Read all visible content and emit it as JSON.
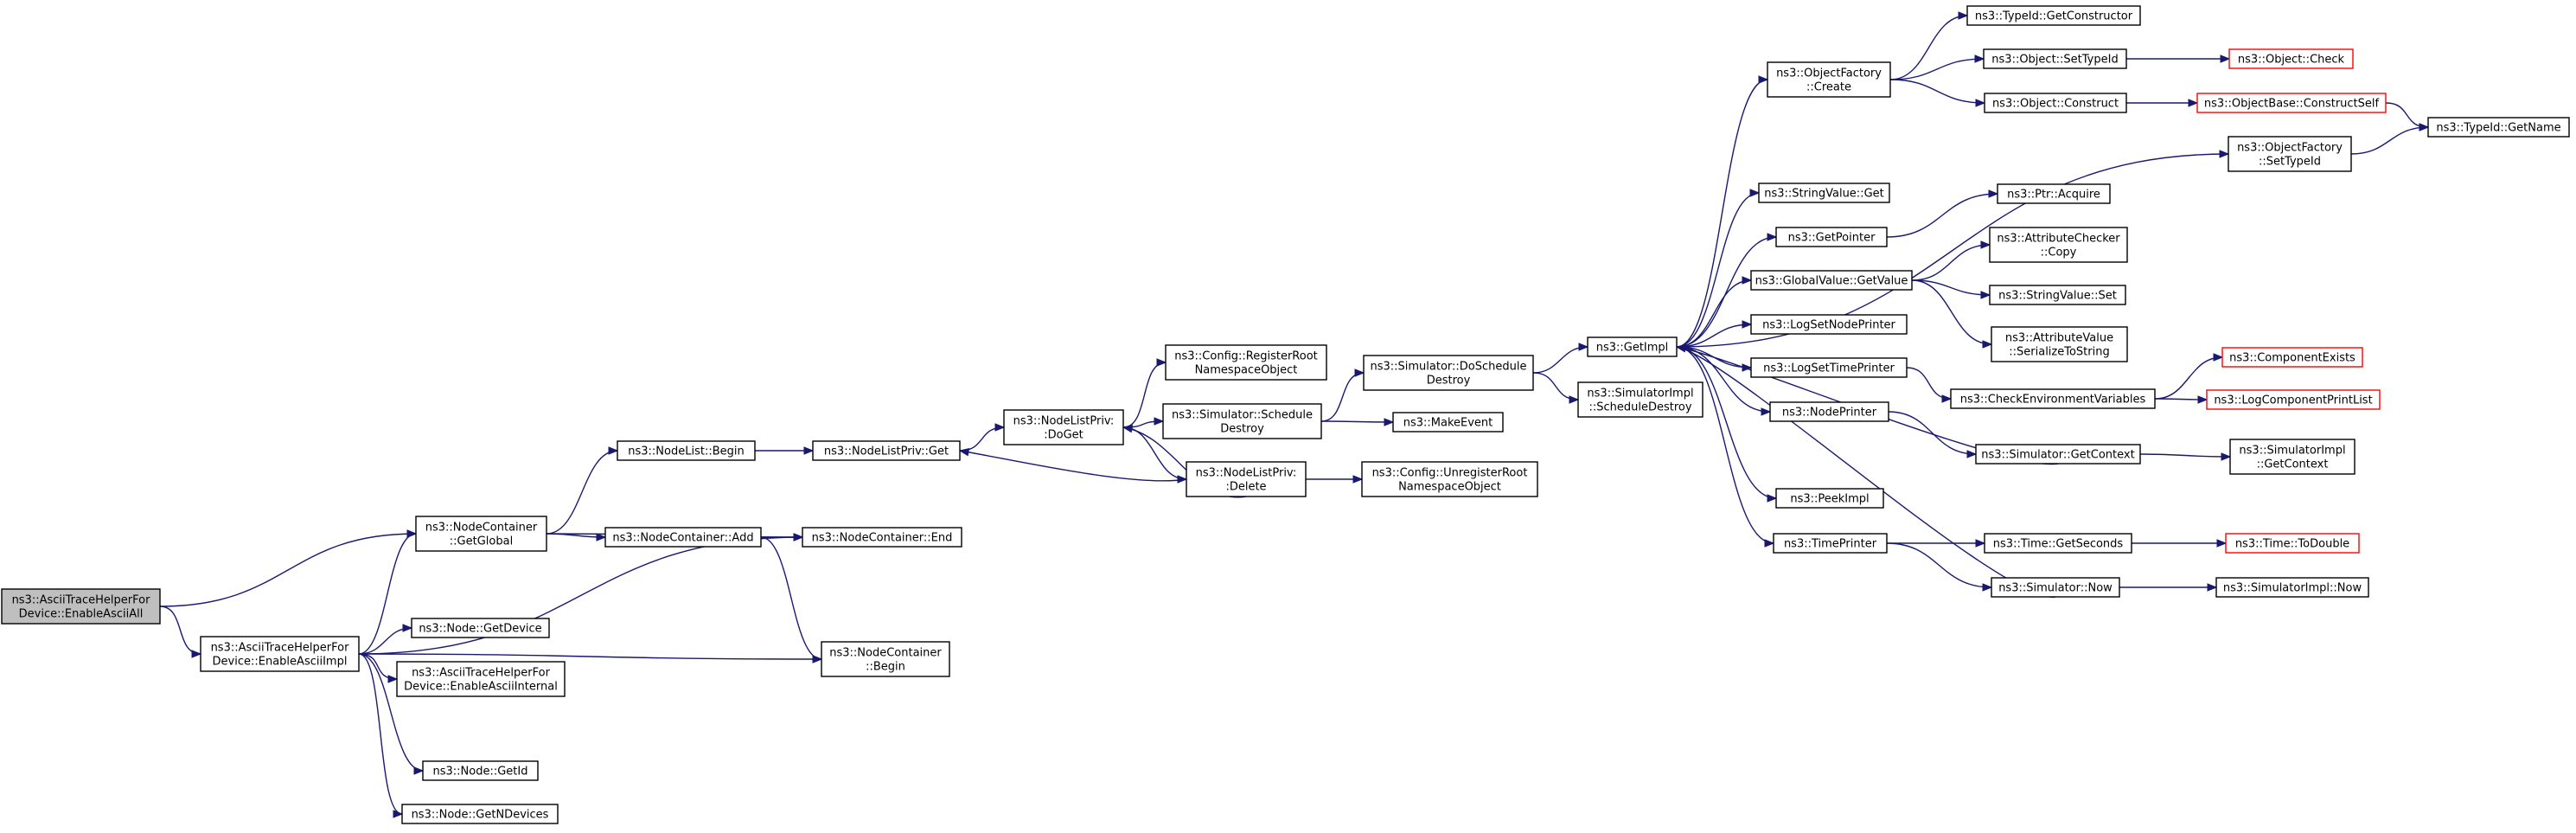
{
  "diagram": {
    "type": "call-graph",
    "colors": {
      "edge": "#191970",
      "root_fill": "#bfbfbf",
      "border": "#000000",
      "missing_border": "#ff0000"
    },
    "nodes": [
      {
        "id": "root",
        "lines": [
          "ns3::AsciiTraceHelperFor",
          "Device::EnableAsciiAll"
        ],
        "style": "root"
      },
      {
        "id": "ncGetGlobal",
        "lines": [
          "ns3::NodeContainer",
          "::GetGlobal"
        ]
      },
      {
        "id": "enableImpl",
        "lines": [
          "ns3::AsciiTraceHelperFor",
          "Device::EnableAsciiImpl"
        ]
      },
      {
        "id": "nodeListBegin",
        "lines": [
          "ns3::NodeList::Begin"
        ]
      },
      {
        "id": "ncAdd",
        "lines": [
          "ns3::NodeContainer::Add"
        ]
      },
      {
        "id": "ncEnd",
        "lines": [
          "ns3::NodeContainer::End"
        ]
      },
      {
        "id": "ncBegin",
        "lines": [
          "ns3::NodeContainer",
          "::Begin"
        ]
      },
      {
        "id": "nodeGetDevice",
        "lines": [
          "ns3::Node::GetDevice"
        ]
      },
      {
        "id": "enableInternal",
        "lines": [
          "ns3::AsciiTraceHelperFor",
          "Device::EnableAsciiInternal"
        ]
      },
      {
        "id": "nodeGetId",
        "lines": [
          "ns3::Node::GetId"
        ]
      },
      {
        "id": "nodeGetNDevices",
        "lines": [
          "ns3::Node::GetNDevices"
        ]
      },
      {
        "id": "nlpGet",
        "lines": [
          "ns3::NodeListPriv::Get"
        ]
      },
      {
        "id": "nlpDoGet",
        "lines": [
          "ns3::NodeListPriv:",
          ":DoGet"
        ]
      },
      {
        "id": "nlpDelete",
        "lines": [
          "ns3::NodeListPriv:",
          ":Delete"
        ]
      },
      {
        "id": "cfgRegister",
        "lines": [
          "ns3::Config::RegisterRoot",
          "NamespaceObject"
        ]
      },
      {
        "id": "simSchedDestroy",
        "lines": [
          "ns3::Simulator::Schedule",
          "Destroy"
        ]
      },
      {
        "id": "cfgUnregister",
        "lines": [
          "ns3::Config::UnregisterRoot",
          "NamespaceObject"
        ]
      },
      {
        "id": "simDoSchedDestroy",
        "lines": [
          "ns3::Simulator::DoSchedule",
          "Destroy"
        ]
      },
      {
        "id": "makeEvent",
        "lines": [
          "ns3::MakeEvent"
        ]
      },
      {
        "id": "getImpl",
        "lines": [
          "ns3::GetImpl"
        ]
      },
      {
        "id": "simImplSchedDestroy",
        "lines": [
          "ns3::SimulatorImpl",
          "::ScheduleDestroy"
        ]
      },
      {
        "id": "ofCreate",
        "lines": [
          "ns3::ObjectFactory",
          "::Create"
        ]
      },
      {
        "id": "stringValueGet",
        "lines": [
          "ns3::StringValue::Get"
        ]
      },
      {
        "id": "getPointer",
        "lines": [
          "ns3::GetPointer"
        ]
      },
      {
        "id": "gvGetValue",
        "lines": [
          "ns3::GlobalValue::GetValue"
        ]
      },
      {
        "id": "logSetNodePrinter",
        "lines": [
          "ns3::LogSetNodePrinter"
        ]
      },
      {
        "id": "logSetTimePrinter",
        "lines": [
          "ns3::LogSetTimePrinter"
        ]
      },
      {
        "id": "nodePrinter",
        "lines": [
          "ns3::NodePrinter"
        ]
      },
      {
        "id": "peekImpl",
        "lines": [
          "ns3::PeekImpl"
        ]
      },
      {
        "id": "timePrinter",
        "lines": [
          "ns3::TimePrinter"
        ]
      },
      {
        "id": "typeIdGetConstructor",
        "lines": [
          "ns3::TypeId::GetConstructor"
        ]
      },
      {
        "id": "objSetTypeId",
        "lines": [
          "ns3::Object::SetTypeId"
        ]
      },
      {
        "id": "objConstruct",
        "lines": [
          "ns3::Object::Construct"
        ]
      },
      {
        "id": "ofSetTypeId",
        "lines": [
          "ns3::ObjectFactory",
          "::SetTypeId"
        ]
      },
      {
        "id": "ptrAcquire",
        "lines": [
          "ns3::Ptr::Acquire"
        ]
      },
      {
        "id": "acCopy",
        "lines": [
          "ns3::AttributeChecker",
          "::Copy"
        ]
      },
      {
        "id": "svSet",
        "lines": [
          "ns3::StringValue::Set"
        ]
      },
      {
        "id": "avSerialize",
        "lines": [
          "ns3::AttributeValue",
          "::SerializeToString"
        ]
      },
      {
        "id": "checkEnvVars",
        "lines": [
          "ns3::CheckEnvironmentVariables"
        ]
      },
      {
        "id": "simGetContext",
        "lines": [
          "ns3::Simulator::GetContext"
        ]
      },
      {
        "id": "timeGetSeconds",
        "lines": [
          "ns3::Time::GetSeconds"
        ]
      },
      {
        "id": "simNow",
        "lines": [
          "ns3::Simulator::Now"
        ]
      },
      {
        "id": "objCheck",
        "lines": [
          "ns3::Object::Check"
        ],
        "style": "red"
      },
      {
        "id": "obConstructSelf",
        "lines": [
          "ns3::ObjectBase::ConstructSelf"
        ],
        "style": "red"
      },
      {
        "id": "typeIdGetName",
        "lines": [
          "ns3::TypeId::GetName"
        ]
      },
      {
        "id": "componentExists",
        "lines": [
          "ns3::ComponentExists"
        ],
        "style": "red"
      },
      {
        "id": "logComponentPrintList",
        "lines": [
          "ns3::LogComponentPrintList"
        ],
        "style": "red"
      },
      {
        "id": "simImplGetContext",
        "lines": [
          "ns3::SimulatorImpl",
          "::GetContext"
        ]
      },
      {
        "id": "timeToDouble",
        "lines": [
          "ns3::Time::ToDouble"
        ],
        "style": "red"
      },
      {
        "id": "simImplNow",
        "lines": [
          "ns3::SimulatorImpl::Now"
        ]
      }
    ],
    "edges": [
      [
        "root",
        "ncGetGlobal"
      ],
      [
        "root",
        "enableImpl"
      ],
      [
        "ncGetGlobal",
        "nodeListBegin"
      ],
      [
        "ncGetGlobal",
        "ncAdd"
      ],
      [
        "ncGetGlobal",
        "ncEnd"
      ],
      [
        "enableImpl",
        "ncGetGlobal"
      ],
      [
        "enableImpl",
        "ncEnd"
      ],
      [
        "enableImpl",
        "nodeGetDevice"
      ],
      [
        "enableImpl",
        "enableInternal"
      ],
      [
        "enableImpl",
        "ncBegin"
      ],
      [
        "enableImpl",
        "nodeGetId"
      ],
      [
        "enableImpl",
        "nodeGetNDevices"
      ],
      [
        "nodeListBegin",
        "nlpGet"
      ],
      [
        "ncAdd",
        "ncEnd"
      ],
      [
        "ncAdd",
        "ncBegin"
      ],
      [
        "nlpGet",
        "nlpDoGet"
      ],
      [
        "nlpDoGet",
        "cfgRegister"
      ],
      [
        "nlpDoGet",
        "simSchedDestroy"
      ],
      [
        "nlpDoGet",
        "nlpDelete"
      ],
      [
        "nlpDelete",
        "nlpGet"
      ],
      [
        "nlpDelete",
        "nlpDoGet"
      ],
      [
        "nlpDelete",
        "cfgUnregister"
      ],
      [
        "simSchedDestroy",
        "simDoSchedDestroy"
      ],
      [
        "simSchedDestroy",
        "makeEvent"
      ],
      [
        "simDoSchedDestroy",
        "getImpl"
      ],
      [
        "simDoSchedDestroy",
        "simImplSchedDestroy"
      ],
      [
        "getImpl",
        "ofCreate"
      ],
      [
        "getImpl",
        "ofSetTypeId"
      ],
      [
        "getImpl",
        "stringValueGet"
      ],
      [
        "getImpl",
        "getPointer"
      ],
      [
        "getImpl",
        "gvGetValue"
      ],
      [
        "getImpl",
        "logSetNodePrinter"
      ],
      [
        "getImpl",
        "logSetTimePrinter"
      ],
      [
        "getImpl",
        "nodePrinter"
      ],
      [
        "getImpl",
        "peekImpl"
      ],
      [
        "getImpl",
        "timePrinter"
      ],
      [
        "ofCreate",
        "typeIdGetConstructor"
      ],
      [
        "ofCreate",
        "objSetTypeId"
      ],
      [
        "ofCreate",
        "objConstruct"
      ],
      [
        "objSetTypeId",
        "objCheck"
      ],
      [
        "objConstruct",
        "obConstructSelf"
      ],
      [
        "obConstructSelf",
        "typeIdGetName"
      ],
      [
        "ofSetTypeId",
        "typeIdGetName"
      ],
      [
        "getPointer",
        "ptrAcquire"
      ],
      [
        "gvGetValue",
        "acCopy"
      ],
      [
        "gvGetValue",
        "svSet"
      ],
      [
        "gvGetValue",
        "avSerialize"
      ],
      [
        "logSetTimePrinter",
        "checkEnvVars"
      ],
      [
        "checkEnvVars",
        "componentExists"
      ],
      [
        "checkEnvVars",
        "logComponentPrintList"
      ],
      [
        "nodePrinter",
        "simGetContext"
      ],
      [
        "simGetContext",
        "getImpl"
      ],
      [
        "simGetContext",
        "simImplGetContext"
      ],
      [
        "timePrinter",
        "timeGetSeconds"
      ],
      [
        "timePrinter",
        "simNow"
      ],
      [
        "timeGetSeconds",
        "timeToDouble"
      ],
      [
        "simNow",
        "getImpl"
      ],
      [
        "simNow",
        "simImplNow"
      ]
    ]
  }
}
